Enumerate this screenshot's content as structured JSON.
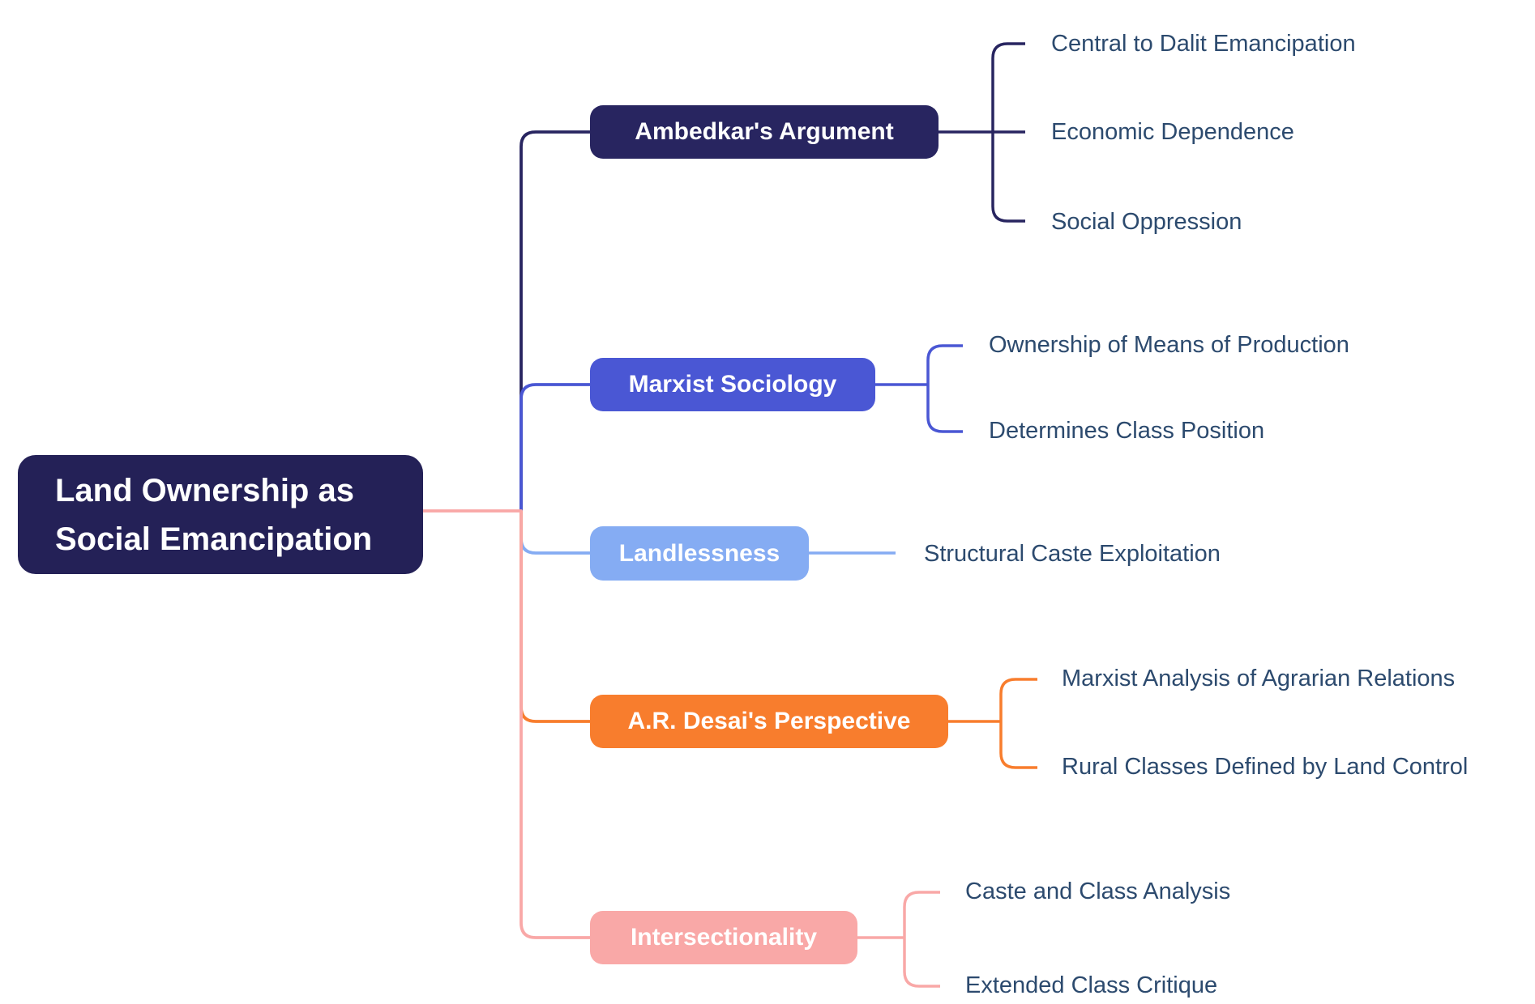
{
  "root": {
    "label": "Land Ownership as Social Emancipation",
    "color": "#242157",
    "text_color": "#ffffff"
  },
  "branches": [
    {
      "id": "ambedkar",
      "label": "Ambedkar's Argument",
      "color": "#282560",
      "children": [
        "Central to Dalit Emancipation",
        "Economic Dependence",
        "Social Oppression"
      ]
    },
    {
      "id": "marxist-sociology",
      "label": "Marxist Sociology",
      "color": "#4A57D4",
      "children": [
        "Ownership of Means of Production",
        "Determines Class Position"
      ]
    },
    {
      "id": "landlessness",
      "label": "Landlessness",
      "color": "#85ACF3",
      "children": [
        "Structural Caste Exploitation"
      ]
    },
    {
      "id": "desai",
      "label": "A.R. Desai's Perspective",
      "color": "#F87D2D",
      "children": [
        "Marxist Analysis of Agrarian Relations",
        "Rural Classes Defined by Land Control"
      ]
    },
    {
      "id": "intersectionality",
      "label": "Intersectionality",
      "color": "#F9A8A7",
      "children": [
        "Caste and Class Analysis",
        "Extended Class Critique"
      ]
    }
  ],
  "styles": {
    "leaf_text_color": "#2C4A6E",
    "background": "#ffffff",
    "root_link_color": "#F9A8A7"
  }
}
